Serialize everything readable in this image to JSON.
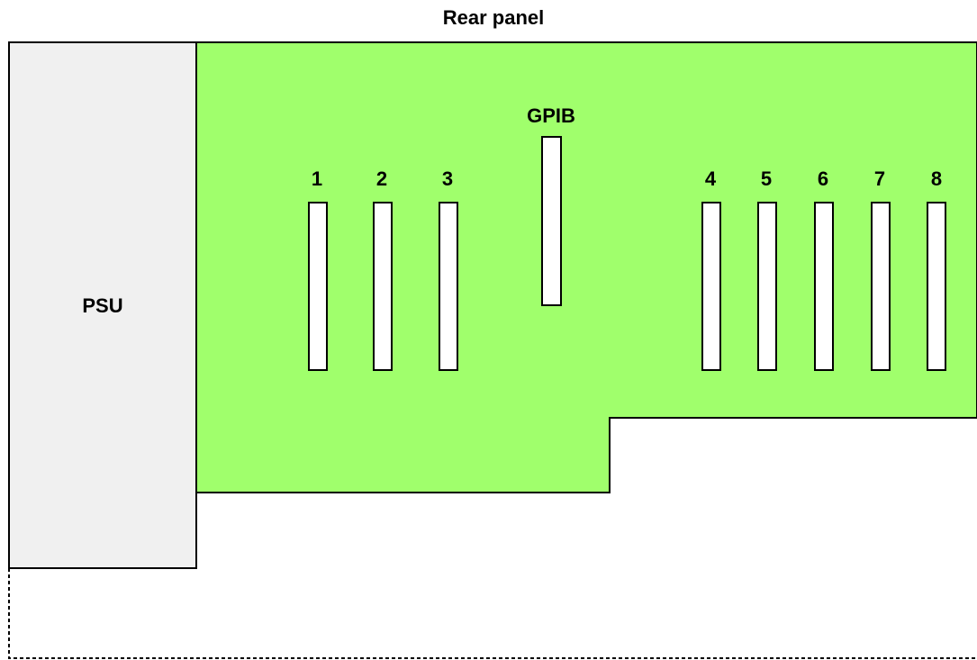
{
  "title": "Rear panel",
  "psu": {
    "label": "PSU"
  },
  "gpib": {
    "label": "GPIB"
  },
  "slots": [
    {
      "label": "1"
    },
    {
      "label": "2"
    },
    {
      "label": "3"
    },
    {
      "label": "4"
    },
    {
      "label": "5"
    },
    {
      "label": "6"
    },
    {
      "label": "7"
    },
    {
      "label": "8"
    }
  ],
  "colors": {
    "board": "#a0ff6c",
    "psu": "#f0f0f0",
    "slot": "#ffffff",
    "outline": "#000000"
  }
}
